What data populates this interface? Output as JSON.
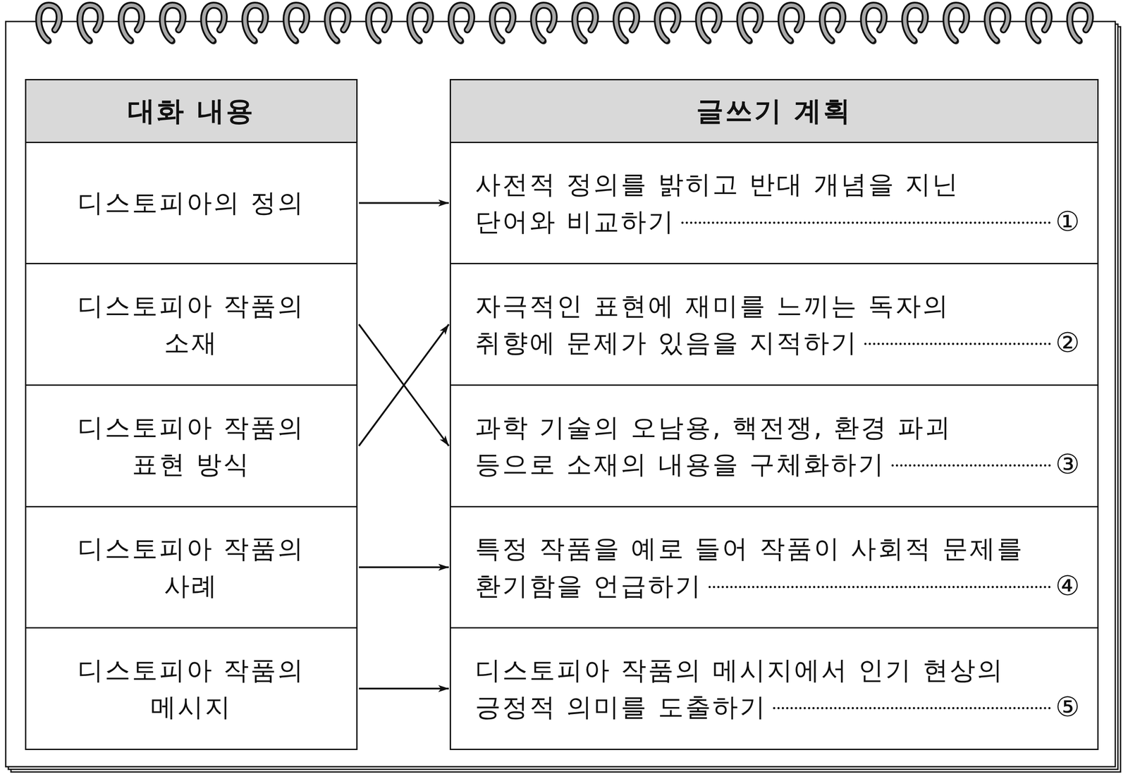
{
  "diagram": {
    "nodes": [
      {
        "text": [
          "대화 내용"
        ]
      },
      {
        "text": [
          "글쓰기 계획"
        ]
      },
      {
        "text": [
          "디스토피아의 정의"
        ]
      },
      {
        "text": [
          "디스토피아 작품의 소재"
        ]
      },
      {
        "text": [
          "디스토피아 작품의 표현 방식"
        ]
      },
      {
        "text": [
          "디스토피아 작품의 사례"
        ]
      },
      {
        "text": [
          "디스토피아 작품의 메시지"
        ]
      },
      {
        "text": [
          "사전적 정의를 밝히고 반대 개념을 지닌 단어와 비교하기",
          "①"
        ]
      },
      {
        "text": [
          "자극적인 표현에 재미를 느끼는 독자의 취향에 문제가 있음을 지적하기",
          "②"
        ]
      },
      {
        "text": [
          "과학 기술의 오남용, 핵전쟁, 환경 파괴 등으로 소재의 내용을 구체화하기",
          "③"
        ]
      },
      {
        "text": [
          "특정 작품을 예로 들어 작품이 사회적 문제를 환기함을 언급하기",
          "④"
        ]
      },
      {
        "text": [
          "디스토피아 작품의 메시지에서 인기 현상의 긍정적 의미를 도출하기",
          "⑤"
        ]
      }
    ],
    "edges": [
      {
        "from": 2,
        "to": 7,
        "arrow": "to"
      },
      {
        "from": 3,
        "to": 9,
        "arrow": "to"
      },
      {
        "from": 4,
        "to": 8,
        "arrow": "to"
      },
      {
        "from": 5,
        "to": 10,
        "arrow": "to"
      },
      {
        "from": 6,
        "to": 11,
        "arrow": "to"
      }
    ]
  }
}
